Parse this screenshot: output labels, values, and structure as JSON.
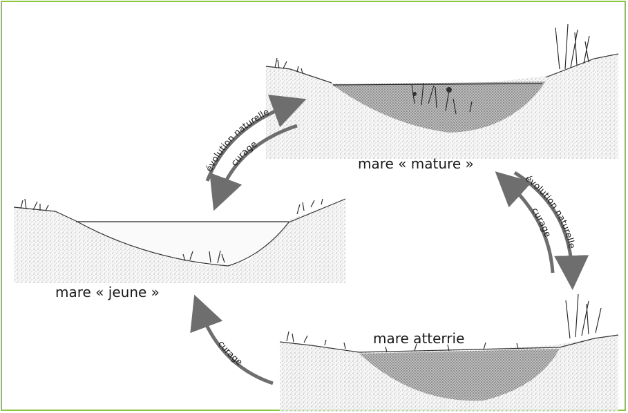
{
  "labels": {
    "mature": "mare « mature »",
    "jeune": "mare « jeune »",
    "atterrie": "mare atterrie"
  },
  "arrows": {
    "top_left_outer": "évolution naturelle",
    "top_left_inner": "curage",
    "right_outer": "évolution naturelle",
    "right_inner": "curage",
    "bottom_left": "curage"
  },
  "colors": {
    "frame": "#8cc63f",
    "arrow": "#6e6e6e",
    "soil": "#9a9a9a",
    "ink": "#1a1a1a"
  }
}
